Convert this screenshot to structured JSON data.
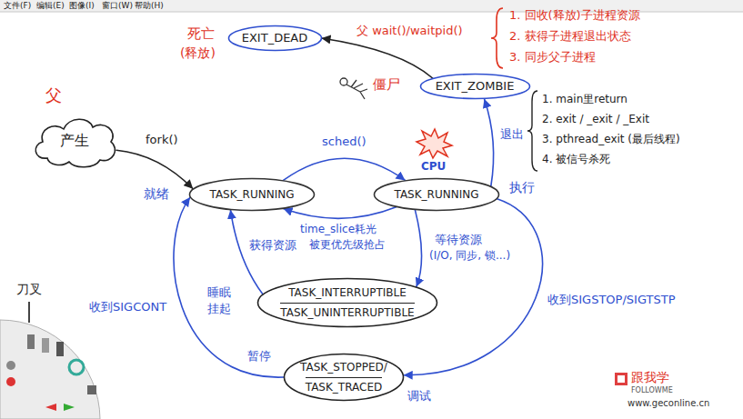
{
  "diagram": {
    "nodes": [
      {
        "text": [
          "EXIT_DEAD"
        ]
      },
      {
        "text": [
          "EXIT_ZOMBIE"
        ]
      },
      {
        "text": [
          "产生"
        ]
      },
      {
        "text": [
          "TASK_RUNNING"
        ]
      },
      {
        "text": [
          "TASK_RUNNING"
        ]
      },
      {
        "text": [
          "TASK_INTERRUPTIBLE",
          "TASK_UNINTERRUPTIBLE"
        ]
      },
      {
        "text": [
          "TASK_STOPPED/",
          "TASK_TRACED"
        ]
      }
    ],
    "edges": [
      {
        "from": 1,
        "to": 0,
        "arrow": "to",
        "label": "父 wait()/waitpid()"
      },
      {
        "from": 4,
        "to": 1,
        "arrow": "to",
        "label": "退出"
      },
      {
        "from": 2,
        "to": 3,
        "arrow": "to",
        "label": "fork()"
      },
      {
        "from": 3,
        "to": 4,
        "arrow": "to",
        "label": "sched()"
      },
      {
        "from": 4,
        "to": 3,
        "arrow": "to",
        "label": "time_slice耗光"
      },
      {
        "from": 5,
        "to": 3,
        "arrow": "to",
        "label": "获得资源"
      },
      {
        "from": 4,
        "to": 5,
        "arrow": "to",
        "label": "等待资源"
      },
      {
        "from": 4,
        "to": 6,
        "arrow": "to",
        "label": "收到SIGSTOP/SIGTSTP"
      },
      {
        "from": 6,
        "to": 3,
        "arrow": "to",
        "label": "收到SIGCONT"
      }
    ],
    "labels": [
      "文件(F)",
      "编辑(E)",
      "图像(I)",
      "窗口(W)",
      "帮助(H)",
      "死亡",
      "(释放)",
      "1. 回收(释放)子进程资源",
      "2. 获得子进程退出状态",
      "3. 同步父子进程",
      "僵尸",
      "1. main里return",
      "2. exit / _exit / _Exit",
      "3. pthread_exit (最后线程)",
      "4. 被信号杀死",
      "父",
      "就绪",
      "CPU",
      "执行",
      "被更优先级抢占",
      "(I/O, 同步, 锁...)",
      "睡眠",
      "挂起",
      "暂停",
      "调试",
      "刀叉",
      "跟我学",
      "FOLLOWME",
      "www.geconline.cn"
    ]
  }
}
